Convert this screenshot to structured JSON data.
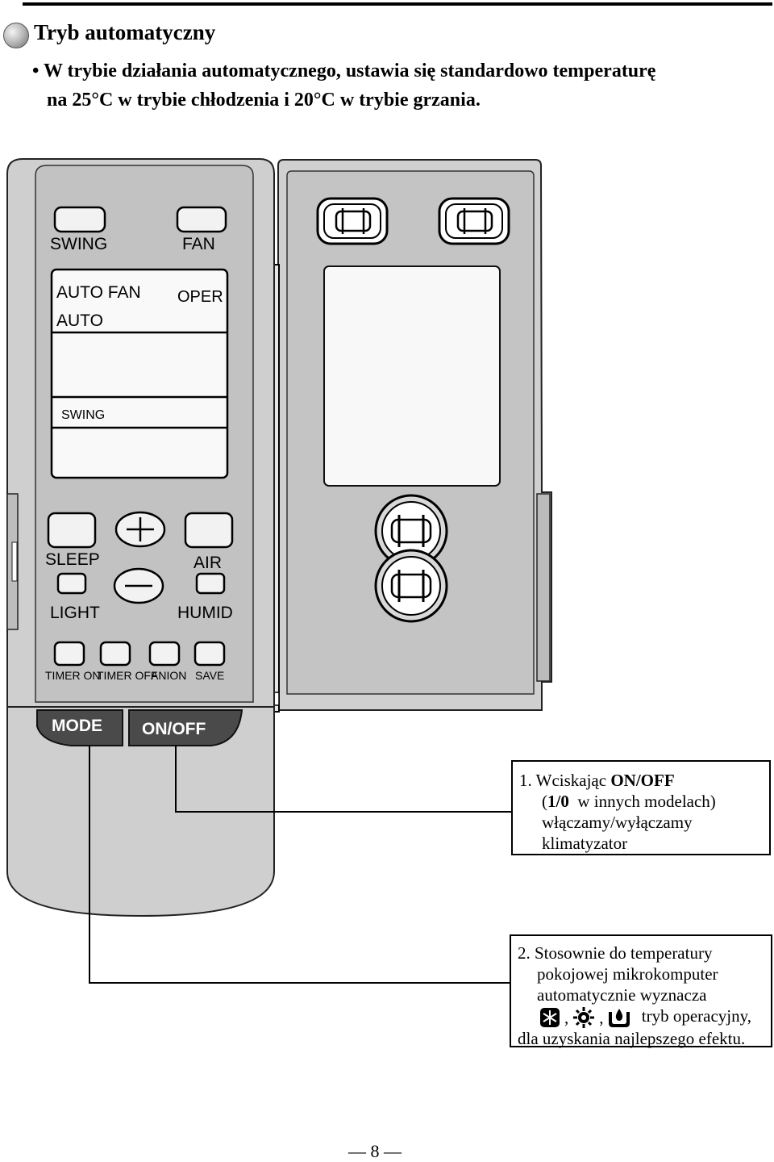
{
  "section": {
    "title": "Tryb automatyczny"
  },
  "bullet": {
    "line1": "• W trybie działania automatycznego, ustawia się standardowo temperaturę",
    "line2": "na 25°C w trybie chłodzenia i 20°C w trybie grzania."
  },
  "remote": {
    "buttons": {
      "swing": "SWING",
      "fan": "FAN",
      "sleep": "SLEEP",
      "air": "AIR",
      "light": "LIGHT",
      "humid": "HUMID",
      "timer_on": "TIMER ON",
      "timer_off": "TIMER OFF",
      "anion": "ANION",
      "save": "SAVE",
      "mode": "MODE",
      "onoff": "ON/OFF"
    },
    "display": {
      "auto_fan": "AUTO FAN",
      "oper": "OPER",
      "auto": "AUTO",
      "swing": "SWING"
    }
  },
  "callout1": {
    "prefix": "1. Wciskając ",
    "key": "ON/OFF",
    "line2_open": "(",
    "line2_key": "1/0",
    "line2_rest": "  w innych modelach)",
    "line3": "włączamy/wyłączamy",
    "line4": "klimatyzator"
  },
  "callout2": {
    "line1": "2. Stosownie do temperatury",
    "line2": "pokojowej mikrokomputer",
    "line3": "automatycznie wyznacza",
    "line4_rest": "tryb operacyjny,",
    "line5": "dla uzyskania najlepszego efektu.",
    "icons": [
      "snowflake-icon",
      "sun-icon",
      "water-drop-icon"
    ]
  },
  "page": {
    "number": "— 8 —"
  }
}
